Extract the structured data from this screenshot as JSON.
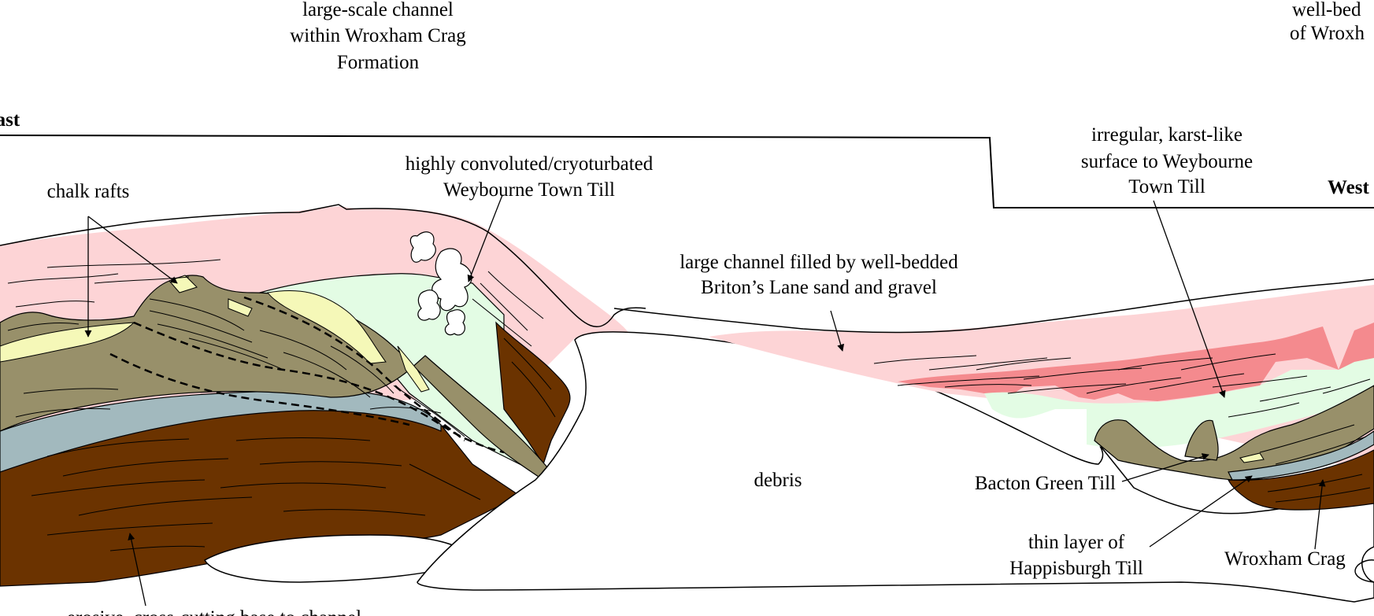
{
  "labels": {
    "channel_top_1": "large-scale channel",
    "channel_top_2": "within Wroxham Crag",
    "channel_top_3": "Formation",
    "welbed_1": "well-bed",
    "welbed_2": "of Wroxh",
    "east": "East",
    "west": "West",
    "chalk_rafts": "chalk rafts",
    "convoluted_1": "highly convoluted/cryoturbated",
    "convoluted_2": "Weybourne Town Till",
    "large_channel_1": "large channel filled by well-bedded",
    "large_channel_2": "Briton’s Lane sand and gravel",
    "irregular_1": "irregular, karst-like",
    "irregular_2": "surface to Weybourne",
    "irregular_3": "Town Till",
    "debris": "debris",
    "bacton": "Bacton Green Till",
    "thin_1": "thin layer of",
    "thin_2": "Happisburgh Till",
    "wroxham": "Wroxham Crag",
    "erosive": "erosive, cross-cutting base to channel"
  },
  "colors": {
    "pink": "#fdd4d6",
    "salmon": "#f48a8e",
    "olive": "#98906a",
    "pale_green": "#e3fce4",
    "pale_yellow": "#f5f8b8",
    "grey_blue": "#a2b9be",
    "brown": "#6b3300",
    "outline": "#000000"
  }
}
